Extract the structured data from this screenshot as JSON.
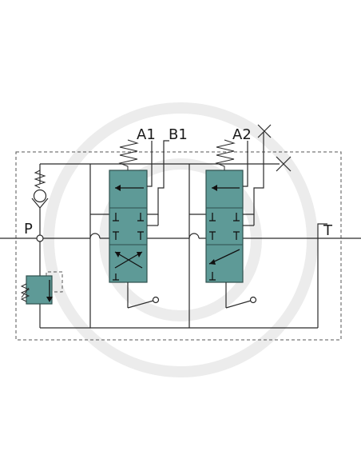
{
  "ports": {
    "pressure": "P",
    "tank": "T",
    "a1": "A1",
    "b1": "B1",
    "a2": "A2"
  },
  "colors": {
    "spool_fill": "#5e9a97",
    "line": "#2a2a2a",
    "watermark": "#ececec"
  },
  "icons": {
    "check_valve": "check-valve-icon",
    "relief_valve": "relief-valve-icon",
    "plugged_port": "plug-x-icon",
    "hand_lever": "hand-lever-icon",
    "spring": "spring-icon"
  }
}
